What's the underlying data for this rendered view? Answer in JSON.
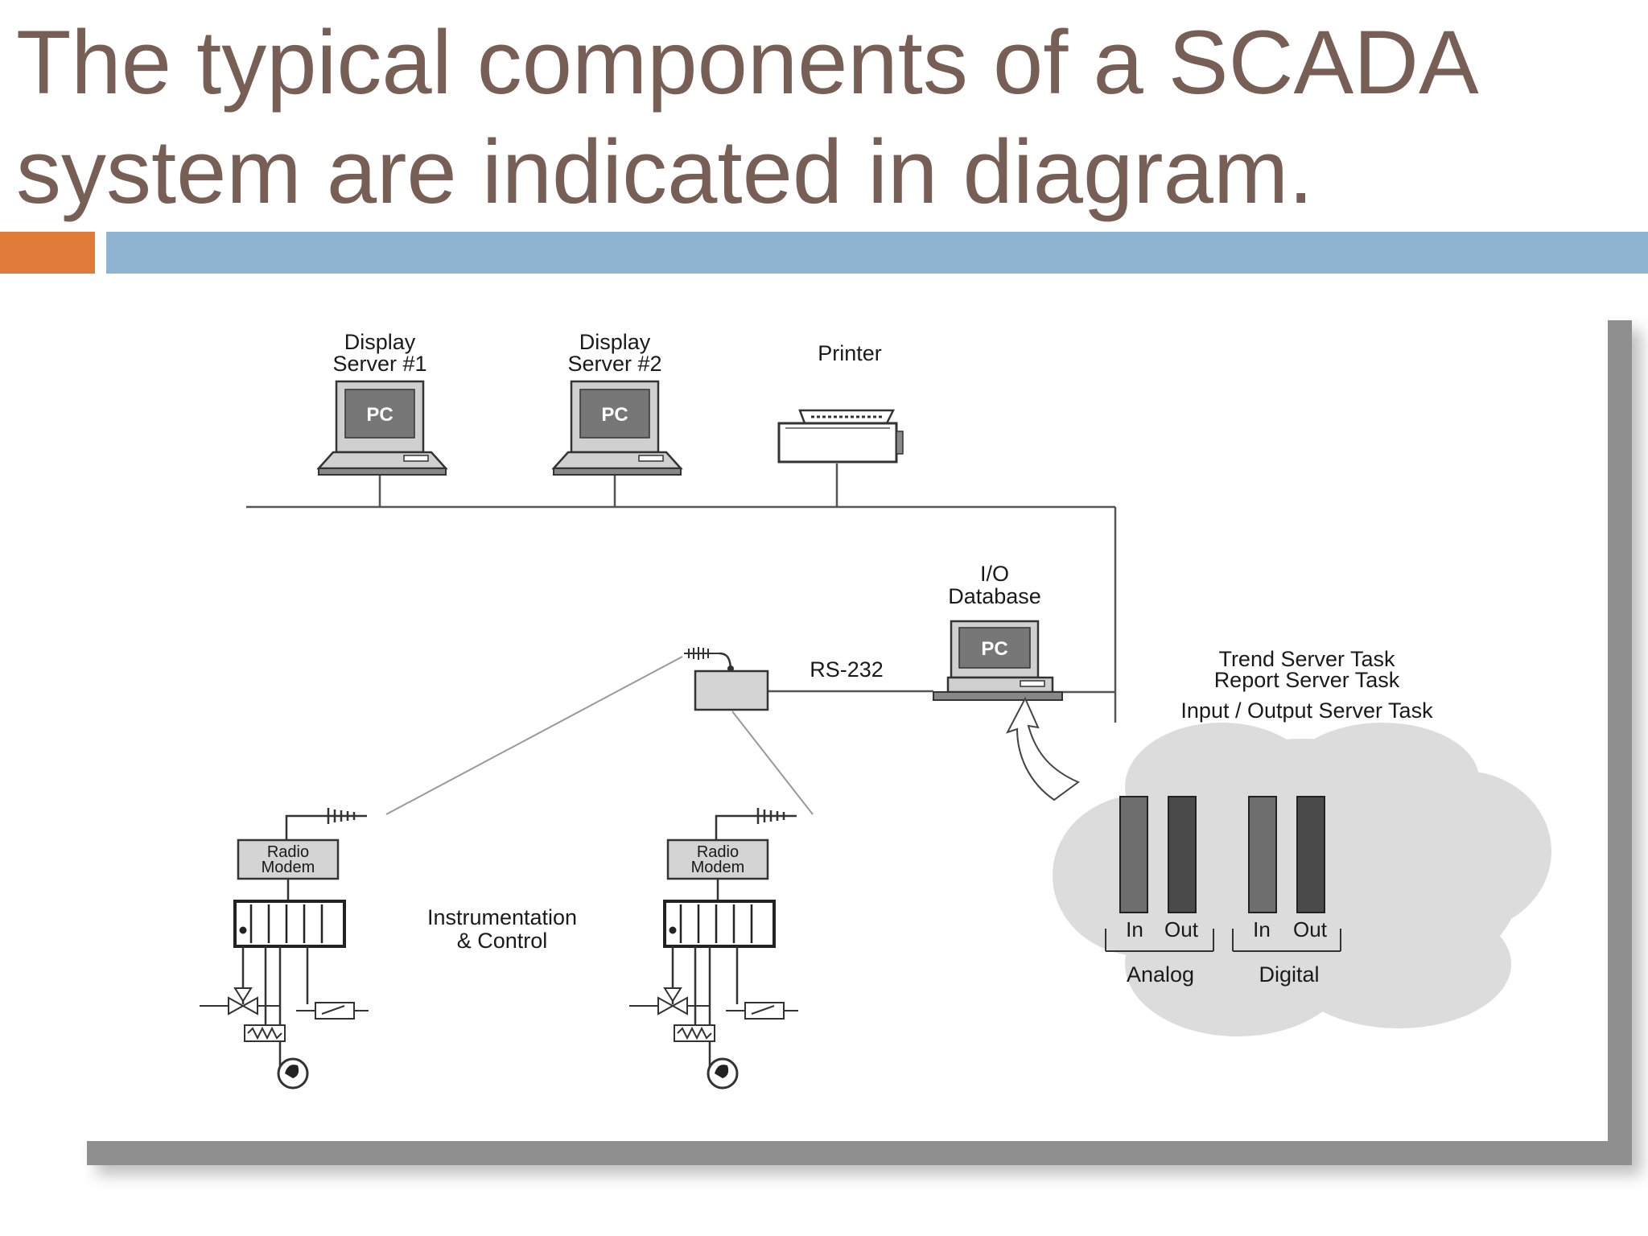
{
  "slide": {
    "title": "The typical components of a SCADA system are indicated in diagram.",
    "colors": {
      "title": "#775F55",
      "accent_bar": "#E07B39",
      "main_bar": "#8FB4D2"
    }
  },
  "diagram": {
    "display_server_1": {
      "line1": "Display",
      "line2": "Server #1",
      "screen_label": "PC"
    },
    "display_server_2": {
      "line1": "Display",
      "line2": "Server #2",
      "screen_label": "PC"
    },
    "printer": {
      "label": "Printer"
    },
    "io_database": {
      "line1": "I/O",
      "line2": "Database",
      "screen_label": "PC"
    },
    "rs232": {
      "label": "RS-232"
    },
    "server_tasks": [
      "Trend Server Task",
      "Report Server Task",
      "Input / Output Server Task"
    ],
    "radio_modem_1": {
      "line1": "Radio",
      "line2": "Modem"
    },
    "radio_modem_2": {
      "line1": "Radio",
      "line2": "Modem"
    },
    "instrumentation": {
      "line1": "Instrumentation",
      "line2": "& Control"
    },
    "io_cards": {
      "analog": {
        "label": "Analog",
        "in": "In",
        "out": "Out"
      },
      "digital": {
        "label": "Digital",
        "in": "In",
        "out": "Out"
      }
    }
  }
}
